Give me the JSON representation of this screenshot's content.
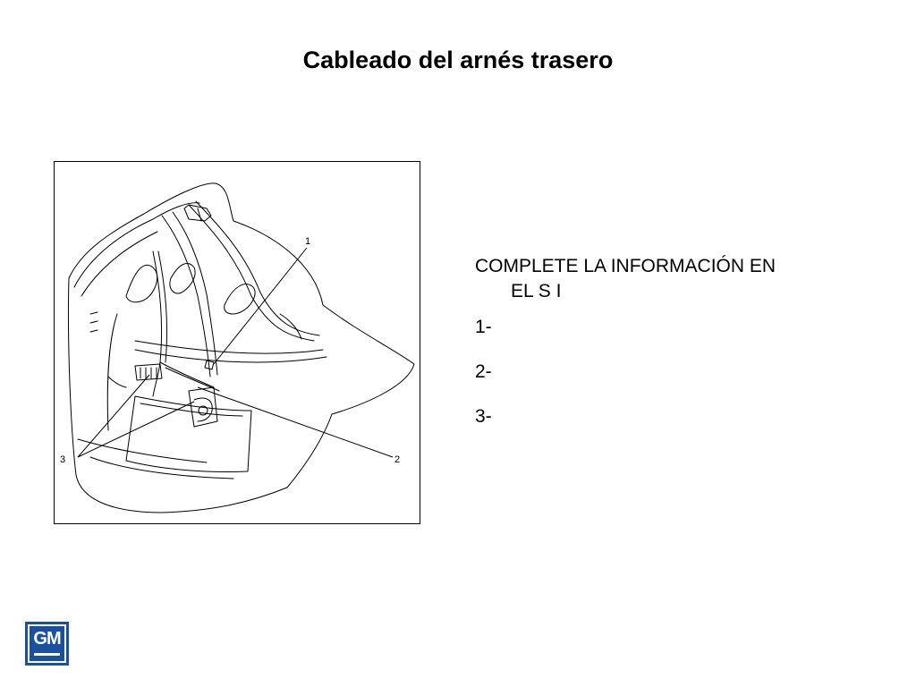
{
  "slide": {
    "title": "Cableado del arnés trasero"
  },
  "figure": {
    "callouts": {
      "c1": "1",
      "c2": "2",
      "c3": "3"
    }
  },
  "instructions": {
    "line1": "COMPLETE LA INFORMACIÓN EN",
    "line2": "EL S I",
    "items": [
      "1-",
      "2-",
      "3-"
    ]
  },
  "logo": {
    "text": "GM",
    "color": "#1b4fa0"
  }
}
